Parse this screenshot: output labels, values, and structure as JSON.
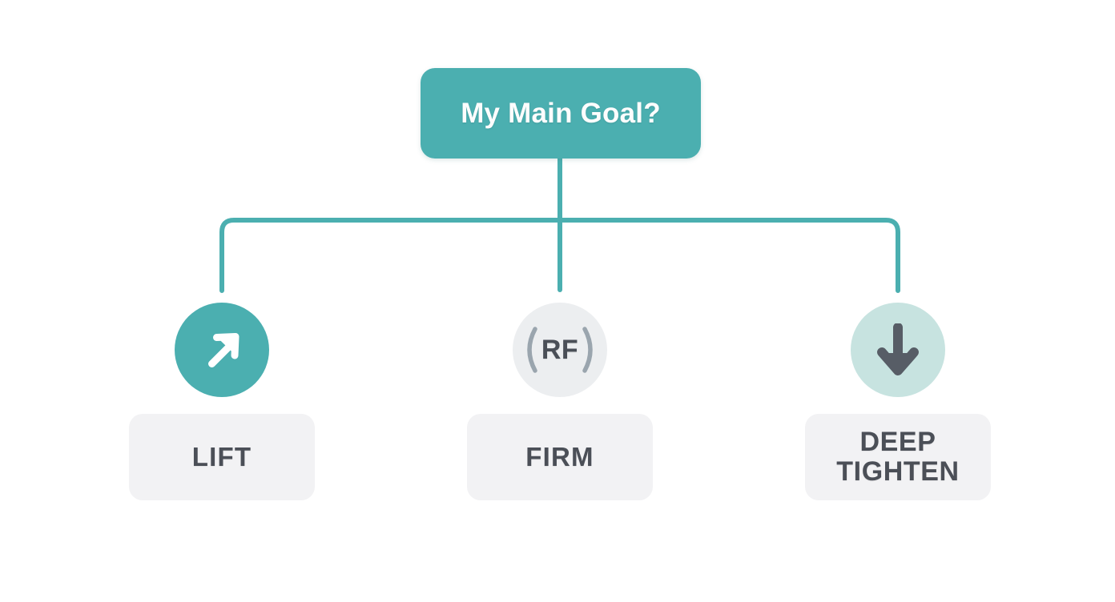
{
  "diagram": {
    "type": "decision-tree",
    "background_color": "#ffffff",
    "accent_color": "#4BAFB0",
    "root": {
      "label": "My Main Goal?",
      "text_color": "#fdfdfd",
      "fill_color": "#4BAFB0"
    },
    "connector": {
      "color": "#4BAFB0",
      "stroke_width": 6
    },
    "branches": [
      {
        "id": "lift",
        "icon_name": "arrow-up-right-icon",
        "icon_color": "#ffffff",
        "circle_color": "#4BAFB0",
        "label": "LIFT",
        "label_color": "#4b4f57",
        "chip_color": "#f2f2f4"
      },
      {
        "id": "firm",
        "icon_name": "rf-radiofrequency-icon",
        "icon_text": "RF",
        "icon_color": "#4a4f57",
        "arc_color": "#9aa5ae",
        "circle_color": "#eceef0",
        "label": "FIRM",
        "label_color": "#4b4f57",
        "chip_color": "#f2f2f4"
      },
      {
        "id": "deep-tighten",
        "icon_name": "arrow-down-icon",
        "icon_color": "#575d66",
        "circle_color": "#c7e3e0",
        "label": "DEEP\nTIGHTEN",
        "label_color": "#4b4f57",
        "chip_color": "#f2f2f4"
      }
    ]
  }
}
